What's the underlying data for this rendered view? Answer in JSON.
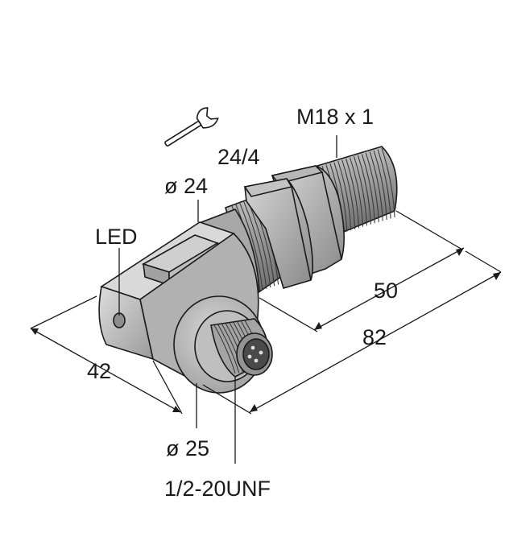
{
  "labels": {
    "thread_size": "M18 x 1",
    "wrench_size": "24/4",
    "nut_diameter": "ø 24",
    "led": "LED",
    "length_short": "50",
    "length_total": "82",
    "head_width": "42",
    "head_diameter": "ø 25",
    "connector_thread": "1/2-20UNF"
  },
  "icons": {
    "wrench": "wrench-icon"
  },
  "colors": {
    "body_light": "#d4d4d4",
    "body_mid": "#a9a9a9",
    "body_dark": "#7c7c7c",
    "line": "#1a1a1a"
  }
}
